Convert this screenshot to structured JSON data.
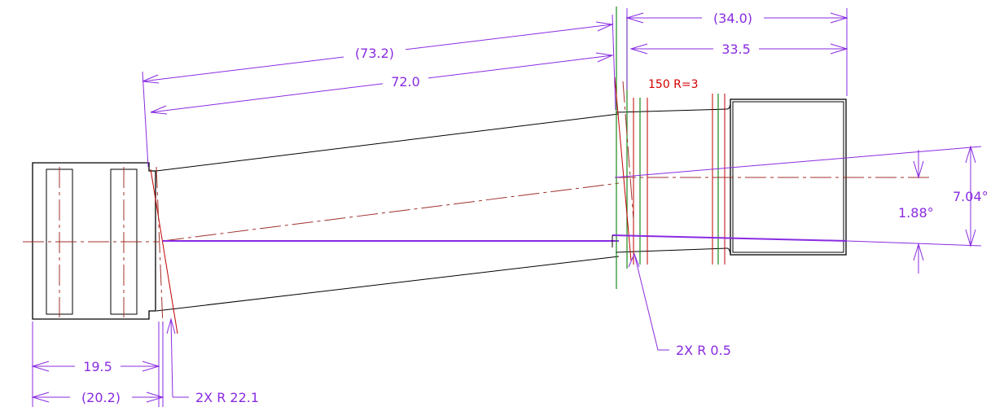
{
  "dimensions": {
    "ref_total_angled": "(73.2)",
    "total_angled": "72.0",
    "ref_right_length": "(34.0)",
    "right_length": "33.5",
    "left_width": "19.5",
    "ref_left_width": "(20.2)",
    "radius_left": "2X R 22.1",
    "radius_right": "2X R 0.5",
    "angle_total": "7.04°",
    "angle_partial": "1.88°"
  },
  "notes": {
    "red_note": "150 R=3"
  },
  "colors": {
    "dimension": "#8a2be2",
    "centerline": "#a0302a",
    "note": "#d40000",
    "object": "#000000",
    "construction": "#1a8a1a"
  }
}
